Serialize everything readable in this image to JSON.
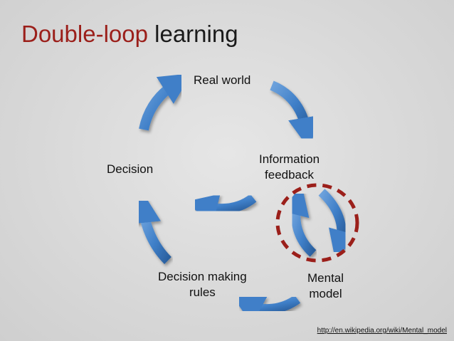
{
  "title": {
    "accent": "Double-loop",
    "rest": "learning"
  },
  "nodes": {
    "real_world": "Real world",
    "information_feedback": {
      "line1": "Information",
      "line2": "feedback"
    },
    "decision": "Decision",
    "decision_making_rules": {
      "line1": "Decision making",
      "line2": "rules"
    },
    "mental_model": {
      "line1": "Mental",
      "line2": "model"
    }
  },
  "source_link": "http://en.wikipedia.org/wiki/Mental_model",
  "colors": {
    "accent_title": "#9b1f1a",
    "arrow_blue": "#3f7fc8",
    "arrow_dark": "#23568f",
    "highlight_dash": "#9b1f1a"
  }
}
